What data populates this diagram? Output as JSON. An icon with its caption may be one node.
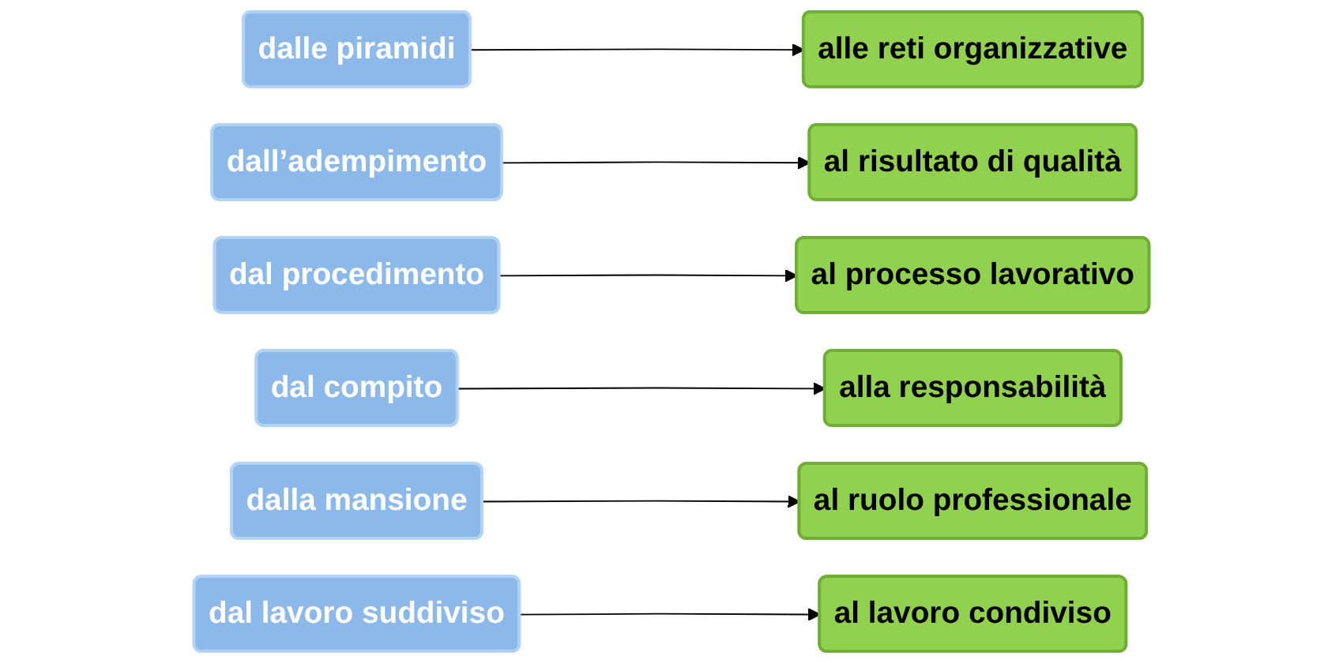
{
  "diagram": {
    "nodes": [
      {
        "text": [
          "dalle piramidi"
        ]
      },
      {
        "text": [
          "alle reti organizzative"
        ]
      },
      {
        "text": [
          "dall’adempimento"
        ]
      },
      {
        "text": [
          "al risultato di qualità"
        ]
      },
      {
        "text": [
          "dal procedimento"
        ]
      },
      {
        "text": [
          "al processo lavorativo"
        ]
      },
      {
        "text": [
          "dal compito"
        ]
      },
      {
        "text": [
          "alla responsabilità"
        ]
      },
      {
        "text": [
          "dalla mansione"
        ]
      },
      {
        "text": [
          "al ruolo professionale"
        ]
      },
      {
        "text": [
          "dal lavoro suddiviso"
        ]
      },
      {
        "text": [
          "al lavoro condiviso"
        ]
      }
    ],
    "edges": [
      {
        "from": 0,
        "to": 1,
        "arrow": "to"
      },
      {
        "from": 2,
        "to": 3,
        "arrow": "to"
      },
      {
        "from": 4,
        "to": 5,
        "arrow": "to"
      },
      {
        "from": 6,
        "to": 7,
        "arrow": "to"
      },
      {
        "from": 8,
        "to": 9,
        "arrow": "to"
      },
      {
        "from": 10,
        "to": 11,
        "arrow": "to"
      }
    ]
  }
}
